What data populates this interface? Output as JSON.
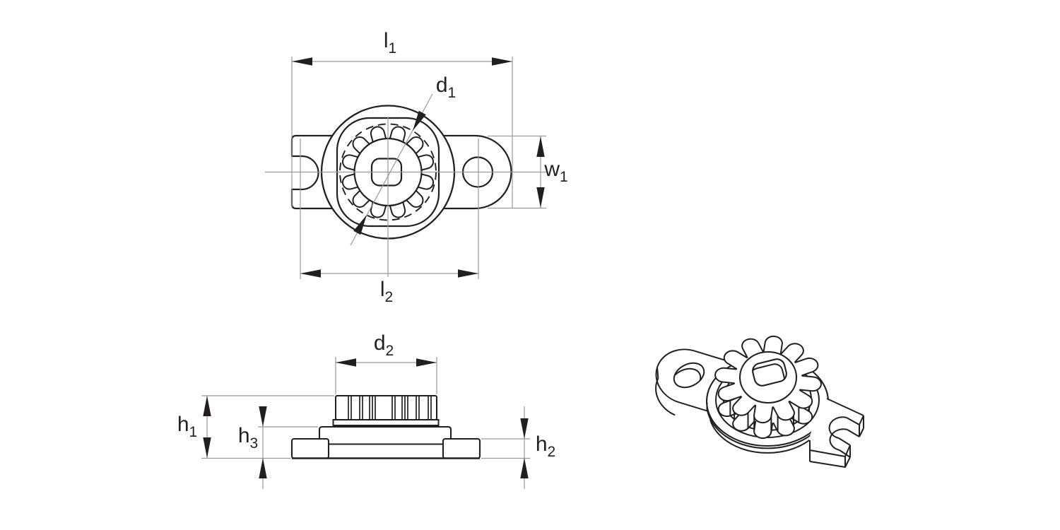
{
  "drawing": {
    "type": "engineering-dimension-drawing",
    "views": {
      "top_view": "plan view of rotary damper with gear, slotted tab and hole tab",
      "side_view": "elevation view with knurled gear profile",
      "isometric_view": "3d line rendering of damper"
    }
  },
  "dims": {
    "l1": {
      "base": "l",
      "sub": "1"
    },
    "l2": {
      "base": "l",
      "sub": "2"
    },
    "d1": {
      "base": "d",
      "sub": "1"
    },
    "d2": {
      "base": "d",
      "sub": "2"
    },
    "w1": {
      "base": "w",
      "sub": "1"
    },
    "h1": {
      "base": "h",
      "sub": "1"
    },
    "h2": {
      "base": "h",
      "sub": "2"
    },
    "h3": {
      "base": "h",
      "sub": "3"
    }
  },
  "colors": {
    "outline": "#231f20",
    "thin_line": "#97999c",
    "background": "#ffffff"
  }
}
